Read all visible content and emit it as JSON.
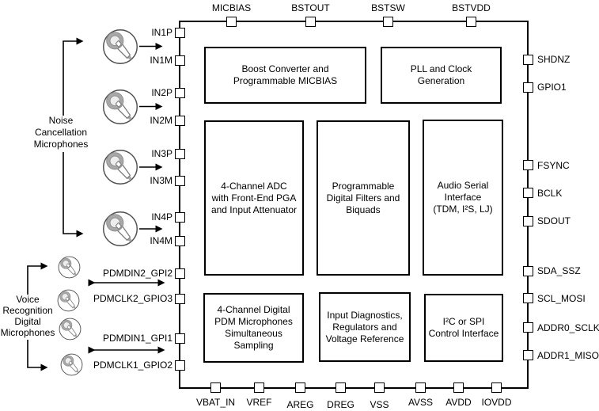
{
  "diagram": {
    "left_groups": {
      "noise": "Noise\nCancellation\nMicrophones",
      "voice": "Voice\nRecognition\nDigital\nMicrophones"
    },
    "pins": {
      "top": [
        "MICBIAS",
        "BSTOUT",
        "BSTSW",
        "BSTVDD"
      ],
      "bottom": [
        "VBAT_IN",
        "VREF",
        "AREG",
        "DREG",
        "VSS",
        "AVSS",
        "AVDD",
        "IOVDD"
      ],
      "left": [
        "IN1P",
        "IN1M",
        "IN2P",
        "IN2M",
        "IN3P",
        "IN3M",
        "IN4P",
        "IN4M",
        "PDMDIN2_GPI2",
        "PDMCLK2_GPIO3",
        "PDMDIN1_GPI1",
        "PDMCLK1_GPIO2"
      ],
      "right": [
        "SHDNZ",
        "GPIO1",
        "FSYNC",
        "BCLK",
        "SDOUT",
        "SDA_SSZ",
        "SCL_MOSI",
        "ADDR0_SCLK",
        "ADDR1_MISO"
      ]
    },
    "blocks": [
      {
        "id": "boost",
        "label": "Boost Converter and\nProgrammable MICBIAS"
      },
      {
        "id": "pll",
        "label": "PLL and Clock\nGeneration"
      },
      {
        "id": "adc",
        "label": "4-Channel ADC\nwith Front-End PGA\nand Input Attenuator"
      },
      {
        "id": "filters",
        "label": "Programmable\nDigital Filters and\nBiquads"
      },
      {
        "id": "asi",
        "label": "Audio Serial\nInterface\n(TDM, I²S, LJ)"
      },
      {
        "id": "pdm",
        "label": "4-Channel Digital\nPDM Microphones\nSimultaneous\nSampling"
      },
      {
        "id": "diag",
        "label": "Input Diagnostics,\nRegulators and\nVoltage Reference"
      },
      {
        "id": "control",
        "label": "I²C or SPI\nControl Interface"
      }
    ],
    "colors": {
      "line": "#000000",
      "mic_gray": "#a8a8a8",
      "background": "#ffffff"
    }
  }
}
